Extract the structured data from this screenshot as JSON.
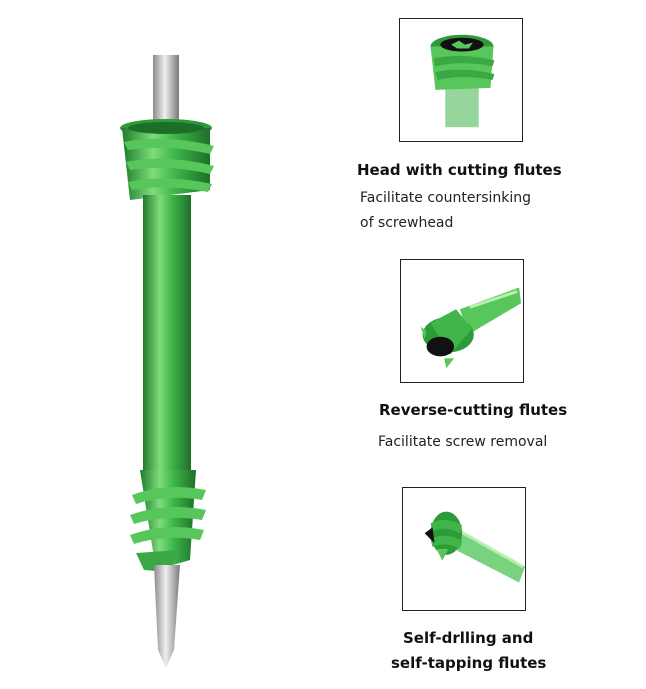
{
  "features": [
    {
      "title": "Head with cutting flutes",
      "description_lines": [
        "Facilitate countersinking",
        "of screwhead"
      ]
    },
    {
      "title": "Reverse-cutting flutes",
      "description_lines": [
        "Facilitate screw removal"
      ]
    },
    {
      "title_lines": [
        "Self-drlling and",
        "self-tapping flutes"
      ]
    }
  ],
  "colors": {
    "screw_green": "#3fb54a",
    "screw_green_light": "#8fe08a",
    "screw_green_dark": "#1f7a2c",
    "guide_wire_silver": "#c9c9c9",
    "box_border": "#222222"
  }
}
